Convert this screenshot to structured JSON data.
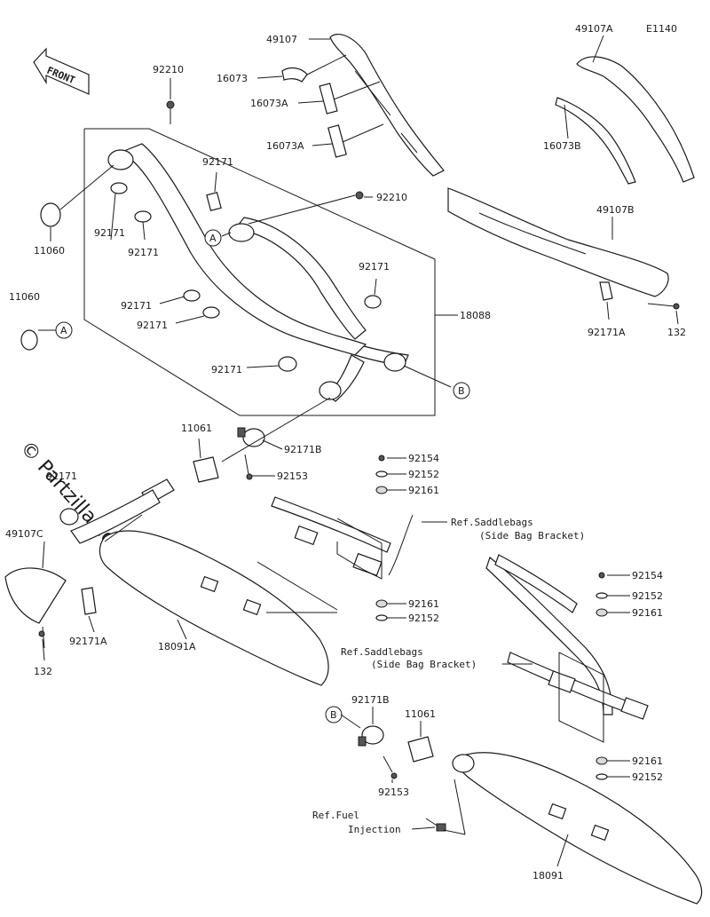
{
  "diagram_code": "E1140",
  "front_label": "FRONT",
  "watermark": "© Partzilla.com",
  "callouts": {
    "a": "A",
    "b": "B"
  },
  "labels": {
    "p49107": "49107",
    "p16073": "16073",
    "p16073A_1": "16073A",
    "p16073A_2": "16073A",
    "p49107A": "49107A",
    "p16073B": "16073B",
    "p49107B": "49107B",
    "p92171A_r": "92171A",
    "p132_r": "132",
    "p92210_top": "92210",
    "p92210_mid": "92210",
    "p11060_1": "11060",
    "p11060_2": "11060",
    "p92171_a": "92171",
    "p92171_b": "92171",
    "p92171_c": "92171",
    "p92171_d": "92171",
    "p92171_e": "92171",
    "p92171_f": "92171",
    "p92171_g": "92171",
    "p92171_h": "92171",
    "p18088": "18088",
    "p11061_l": "11061",
    "p92171B_l": "92171B",
    "p92153_l": "92153",
    "p49107C": "49107C",
    "p92171A_l": "92171A",
    "p132_l": "132",
    "p18091A": "18091A",
    "p92154_1": "92154",
    "p92152_1": "92152",
    "p92161_1": "92161",
    "p92161_2": "92161",
    "p92152_2": "92152",
    "p92154_2": "92154",
    "p92152_3": "92152",
    "p92161_3": "92161",
    "p92161_4": "92161",
    "p92152_4": "92152",
    "p92171B_r": "92171B",
    "p11061_r": "11061",
    "p92153_r": "92153",
    "p18091": "18091"
  },
  "references": {
    "saddle1_a": "Ref.Saddlebags",
    "saddle1_b": "(Side Bag Bracket)",
    "saddle2_a": "Ref.Saddlebags",
    "saddle2_b": "(Side Bag Bracket)",
    "fuel_a": "Ref.Fuel",
    "fuel_b": "Injection"
  }
}
